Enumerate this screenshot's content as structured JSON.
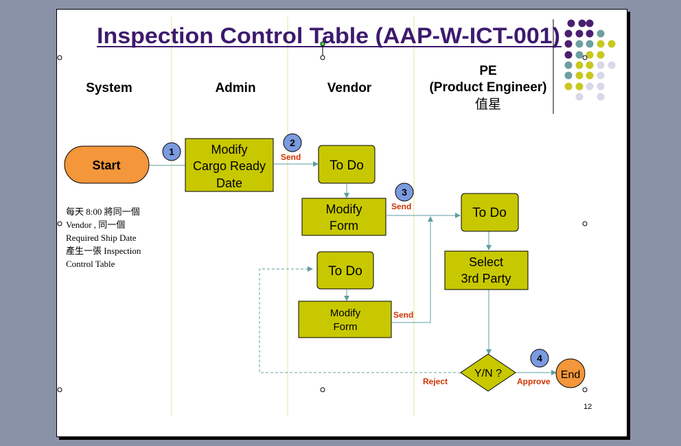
{
  "title": "Inspection Control Table (AAP-W-ICT-001)",
  "lanes": {
    "system": "System",
    "admin": "Admin",
    "vendor": "Vendor",
    "pe_line1": "PE",
    "pe_line2": "(Product Engineer)",
    "pe_line3": "值星"
  },
  "nodes": {
    "start": "Start",
    "modify_cargo_line1": "Modify",
    "modify_cargo_line2": "Cargo Ready",
    "modify_cargo_line3": "Date",
    "todo_vendor_1": "To Do",
    "modify_form_1_line1": "Modify",
    "modify_form_1_line2": "Form",
    "todo_vendor_2": "To Do",
    "modify_form_2_line1": "Modify",
    "modify_form_2_line2": "Form",
    "todo_pe": "To Do",
    "select_line1": "Select",
    "select_line2": "3rd Party",
    "decision": "Y/N ?",
    "end": "End"
  },
  "steps": [
    "1",
    "2",
    "3",
    "4"
  ],
  "edge_labels": {
    "send_1": "Send",
    "send_2": "Send",
    "send_3": "Send",
    "reject": "Reject",
    "approve": "Approve"
  },
  "note_lines": [
    "每天 8:00 將同一個",
    "Vendor , 同一個",
    "Required Ship Date",
    "產生一張 Inspection",
    "Control Table"
  ],
  "page_number": "12",
  "colors": {
    "title": "#3d1a6e",
    "olive_box": "#c8c800",
    "orange": "#f4963a",
    "step_circle": "#7b9ae0",
    "red_label": "#cc3300",
    "lane_line": "#e6e69a",
    "connector": "#5f9ea0",
    "dot_purple": "#4b1f6f",
    "dot_teal": "#6e9fa0",
    "dot_yellow": "#c8c820",
    "dot_light": "#d8d8e8"
  }
}
